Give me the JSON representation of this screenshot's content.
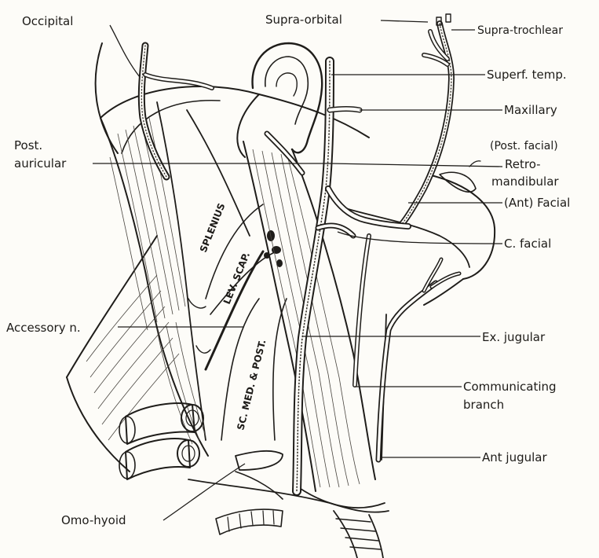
{
  "labels": {
    "occipital": "Occipital",
    "supra_orbital": "Supra-orbital",
    "supra_trochlear": "Supra-trochlear",
    "superf_temp": "Superf. temp.",
    "maxillary": "Maxillary",
    "post_facial": "(Post. facial)",
    "retro_1": "Retro-",
    "retro_2": "mandibular",
    "ant_facial": "(Ant) Facial",
    "c_facial": "C. facial",
    "post_auricular_1": "Post.",
    "post_auricular_2": "auricular",
    "accessory_n": "Accessory n.",
    "ex_jugular": "Ex. jugular",
    "communicating_1": "Communicating",
    "communicating_2": "branch",
    "ant_jugular": "Ant jugular",
    "omo_hyoid": "Omo-hyoid"
  },
  "muscle_labels": {
    "splenius": "SPLENIUS",
    "lev_scap": "LEV. SCAP.",
    "sc_med_post": "SC. MED. & POST."
  }
}
